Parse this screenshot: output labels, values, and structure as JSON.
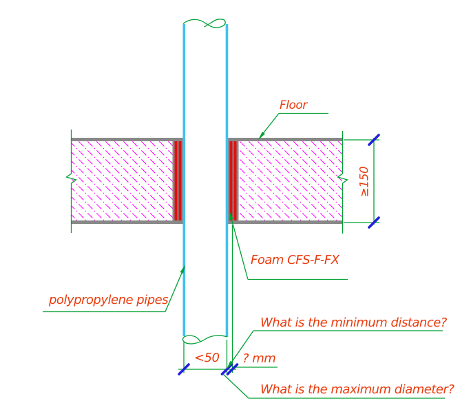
{
  "drawing": {
    "labels": {
      "floor": "Floor",
      "foam": "Foam CFS-F-FX",
      "pipes": "polypropylene pipes"
    },
    "dimensions": {
      "slab_thickness": "≥150",
      "pipe_diameter": "<50",
      "unknown_gap": "? mm"
    },
    "questions": {
      "min_distance": "What is the minimum distance?",
      "max_diameter": "What is the maximum diameter?"
    },
    "colors": {
      "annotation_text": "#ea3c0e",
      "leader_lines": "#00a032",
      "pipe": "#3fc2ee",
      "hatch": "#ff00ff",
      "foam": "#dd1111",
      "slab_border": "#888888",
      "dimension_ticks": "#2020dd"
    }
  }
}
